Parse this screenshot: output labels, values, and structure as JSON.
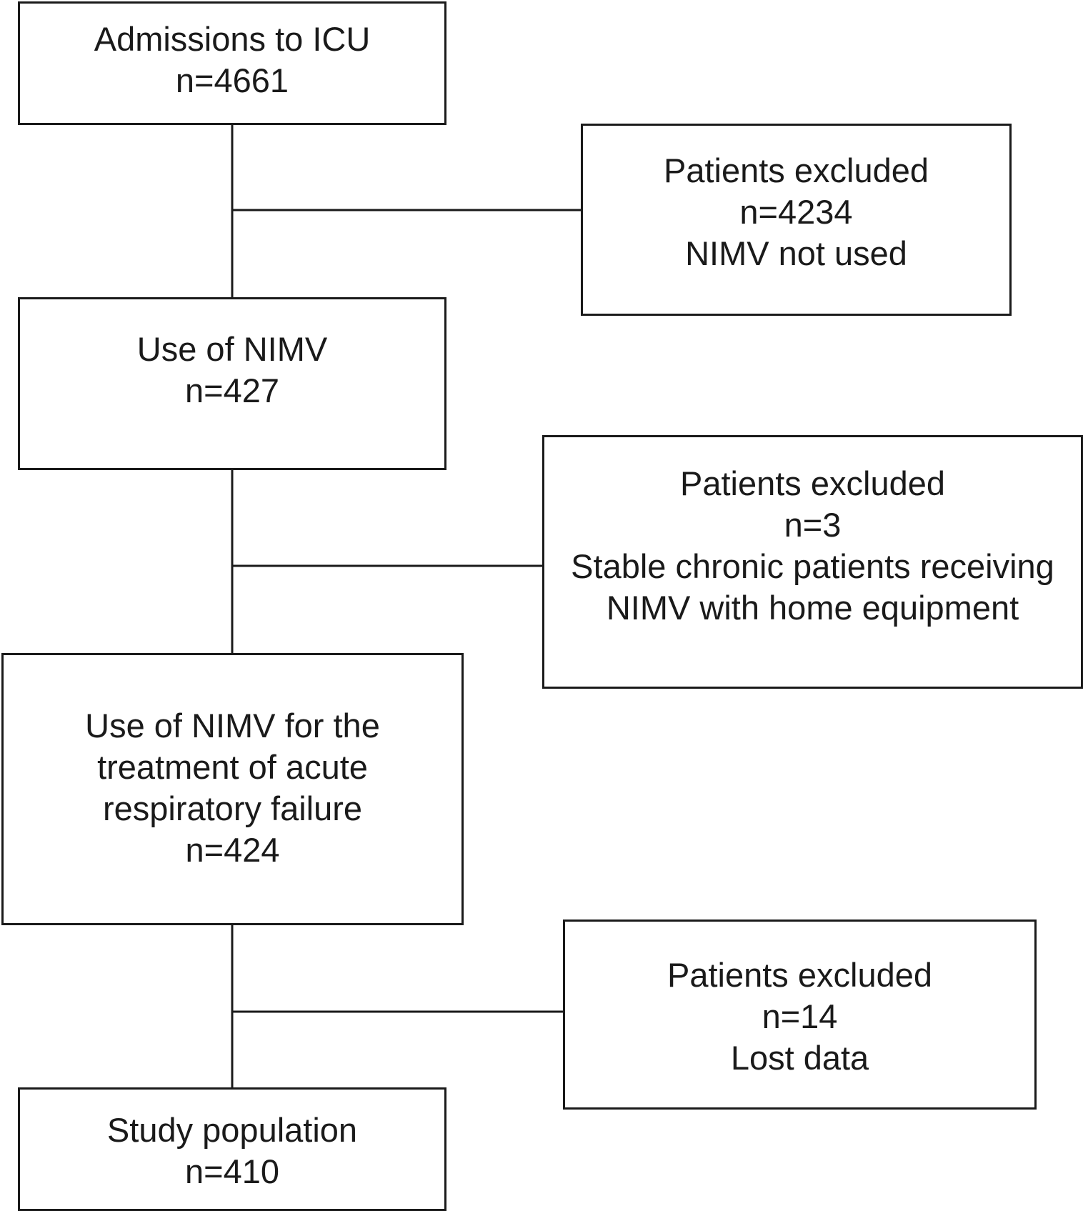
{
  "flowchart": {
    "admissions": {
      "label": "Admissions to ICU",
      "count": "n=4661"
    },
    "exclusion_1": {
      "label": "Patients excluded",
      "count": "n=4234",
      "reason": "NIMV not used"
    },
    "nimv_use": {
      "label": "Use of NIMV",
      "count": "n=427"
    },
    "exclusion_2": {
      "label": "Patients excluded",
      "count": "n=3",
      "reason_line1": "Stable chronic patients receiving",
      "reason_line2": "NIMV with home equipment"
    },
    "acute_failure": {
      "line1": "Use of NIMV for the",
      "line2": "treatment of acute",
      "line3": "respiratory failure",
      "count": "n=424"
    },
    "exclusion_3": {
      "label": "Patients excluded",
      "count": "n=14",
      "reason": "Lost data"
    },
    "study_population": {
      "label": "Study population",
      "count": "n=410"
    }
  }
}
